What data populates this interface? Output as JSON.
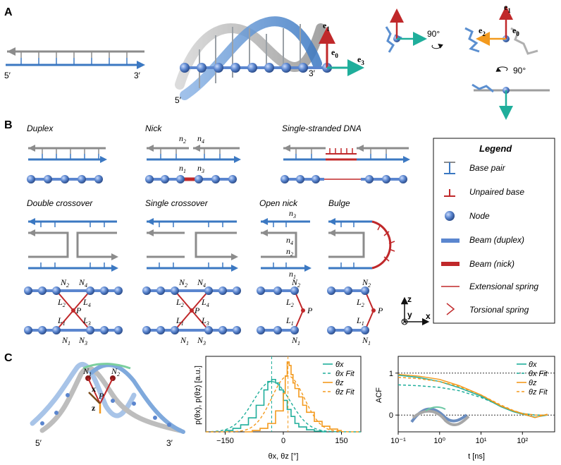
{
  "panelA": {
    "letter": "A",
    "end5": "5′",
    "end3": "3′",
    "helix_end5": "5′",
    "helix_end3": "3′",
    "e1": "e",
    "e1_sub": "1",
    "e0": "e",
    "e0_sub": "0",
    "e2": "e",
    "e2_sub": "2",
    "e3": "e",
    "e3_sub": "3",
    "rot1": "90°",
    "rot2": "90°"
  },
  "panelB": {
    "letter": "B",
    "titles": {
      "duplex": "Duplex",
      "nick": "Nick",
      "ssdna": "Single-stranded DNA",
      "dx": "Double crossover",
      "sx": "Single crossover",
      "opennick": "Open nick",
      "bulge": "Bulge"
    },
    "nick_labels": [
      "n",
      "2",
      "n",
      "4",
      "n",
      "1",
      "n",
      "3"
    ],
    "opennick_n": [
      "n",
      "3",
      "n",
      "4",
      "n",
      "2",
      "n",
      "1"
    ],
    "node_labels": {
      "N": "N",
      "L": "L",
      "P": "P",
      "s1": "1",
      "s2": "2",
      "s3": "3",
      "s4": "4"
    },
    "axes": {
      "z": "z",
      "y": "y",
      "x": "x"
    },
    "legend": {
      "title": "Legend",
      "items": [
        "Base pair",
        "Unpaired base",
        "Node",
        "Beam (duplex)",
        "Beam (nick)",
        "Extensional spring",
        "Torsional spring"
      ]
    }
  },
  "panelC": {
    "letter": "C",
    "ends": [
      "5′",
      "3′"
    ],
    "node_labels": {
      "N1": "N",
      "N2": "N",
      "s1": "1",
      "s2": "2",
      "x": "x",
      "P": "P",
      "z": "z"
    }
  },
  "colors": {
    "blue": "#3b78c2",
    "gray": "#8c8c8c",
    "red": "#c0282a",
    "teal": "#1fae9b",
    "orange": "#f39a1e",
    "node": "#5b86cf"
  },
  "chart_data": [
    {
      "type": "line",
      "ylabel": "p(θx), p(θz) [a.u.]",
      "xlabel": "θx, θz [°]",
      "x_ticks": [
        "−150",
        "0",
        "150"
      ],
      "xlim": [
        -200,
        200
      ],
      "legend": [
        "θx",
        "θx Fit",
        "θz",
        "θz Fit"
      ],
      "legend_placement": "top-right",
      "series": [
        {
          "name": "θx",
          "style": "histogram",
          "color": "#1fae9b",
          "x": [
            -150,
            -130,
            -110,
            -90,
            -70,
            -50,
            -40,
            -30,
            -20,
            -10,
            0,
            10,
            20,
            30,
            40,
            60,
            80,
            100
          ],
          "values": [
            0.02,
            0.05,
            0.1,
            0.2,
            0.38,
            0.6,
            0.72,
            0.75,
            0.7,
            0.6,
            0.45,
            0.32,
            0.22,
            0.12,
            0.07,
            0.03,
            0.01,
            0.0
          ]
        },
        {
          "name": "θx Fit",
          "style": "dashed",
          "color": "#1fae9b",
          "mean": -30,
          "sd": 48,
          "peak": 0.72
        },
        {
          "name": "θz",
          "style": "histogram",
          "color": "#f39a1e",
          "x": [
            -100,
            -80,
            -60,
            -40,
            -20,
            0,
            5,
            10,
            15,
            20,
            25,
            30,
            40,
            50,
            60,
            80,
            100,
            120,
            140
          ],
          "values": [
            0.0,
            0.02,
            0.05,
            0.12,
            0.3,
            0.55,
            0.8,
            1.0,
            0.95,
            0.82,
            0.7,
            0.62,
            0.5,
            0.38,
            0.28,
            0.15,
            0.08,
            0.04,
            0.02
          ]
        },
        {
          "name": "θz Fit",
          "style": "dashed",
          "color": "#f39a1e",
          "mean": 12,
          "sd": 42,
          "peak": 0.8
        }
      ]
    },
    {
      "type": "line",
      "ylabel": "ACF",
      "xlabel": "t [ns]",
      "x_ticks": [
        "10⁻¹",
        "10⁰",
        "10¹",
        "10²"
      ],
      "y_ticks": [
        "0",
        "1"
      ],
      "xscale": "log",
      "xlim": [
        0.1,
        600
      ],
      "ylim": [
        -0.4,
        1.4
      ],
      "legend": [
        "θx",
        "θx Fit",
        "θz",
        "θz Fit"
      ],
      "legend_placement": "top-right",
      "series": [
        {
          "name": "θx",
          "style": "solid",
          "color": "#1fae9b",
          "x": [
            0.1,
            0.3,
            1,
            3,
            10,
            30,
            60,
            100,
            200,
            400
          ],
          "values": [
            0.95,
            0.9,
            0.8,
            0.65,
            0.45,
            0.2,
            0.08,
            0.02,
            -0.05,
            0.0
          ]
        },
        {
          "name": "θx Fit",
          "style": "dashed",
          "color": "#1fae9b",
          "x": [
            0.1,
            0.3,
            1,
            3,
            10,
            30,
            60,
            100,
            200,
            400
          ],
          "values": [
            0.72,
            0.7,
            0.66,
            0.58,
            0.42,
            0.22,
            0.1,
            0.04,
            0.0,
            0.0
          ]
        },
        {
          "name": "θz",
          "style": "solid",
          "color": "#f39a1e",
          "x": [
            0.1,
            0.3,
            1,
            3,
            10,
            30,
            60,
            100,
            200,
            400
          ],
          "values": [
            0.97,
            0.93,
            0.85,
            0.7,
            0.48,
            0.22,
            0.1,
            0.03,
            -0.06,
            0.02
          ]
        },
        {
          "name": "θz Fit",
          "style": "dashed",
          "color": "#f39a1e",
          "x": [
            0.1,
            0.3,
            1,
            3,
            10,
            30,
            60,
            100,
            200,
            400
          ],
          "values": [
            0.9,
            0.87,
            0.8,
            0.68,
            0.48,
            0.24,
            0.11,
            0.04,
            0.0,
            0.0
          ]
        }
      ]
    }
  ]
}
